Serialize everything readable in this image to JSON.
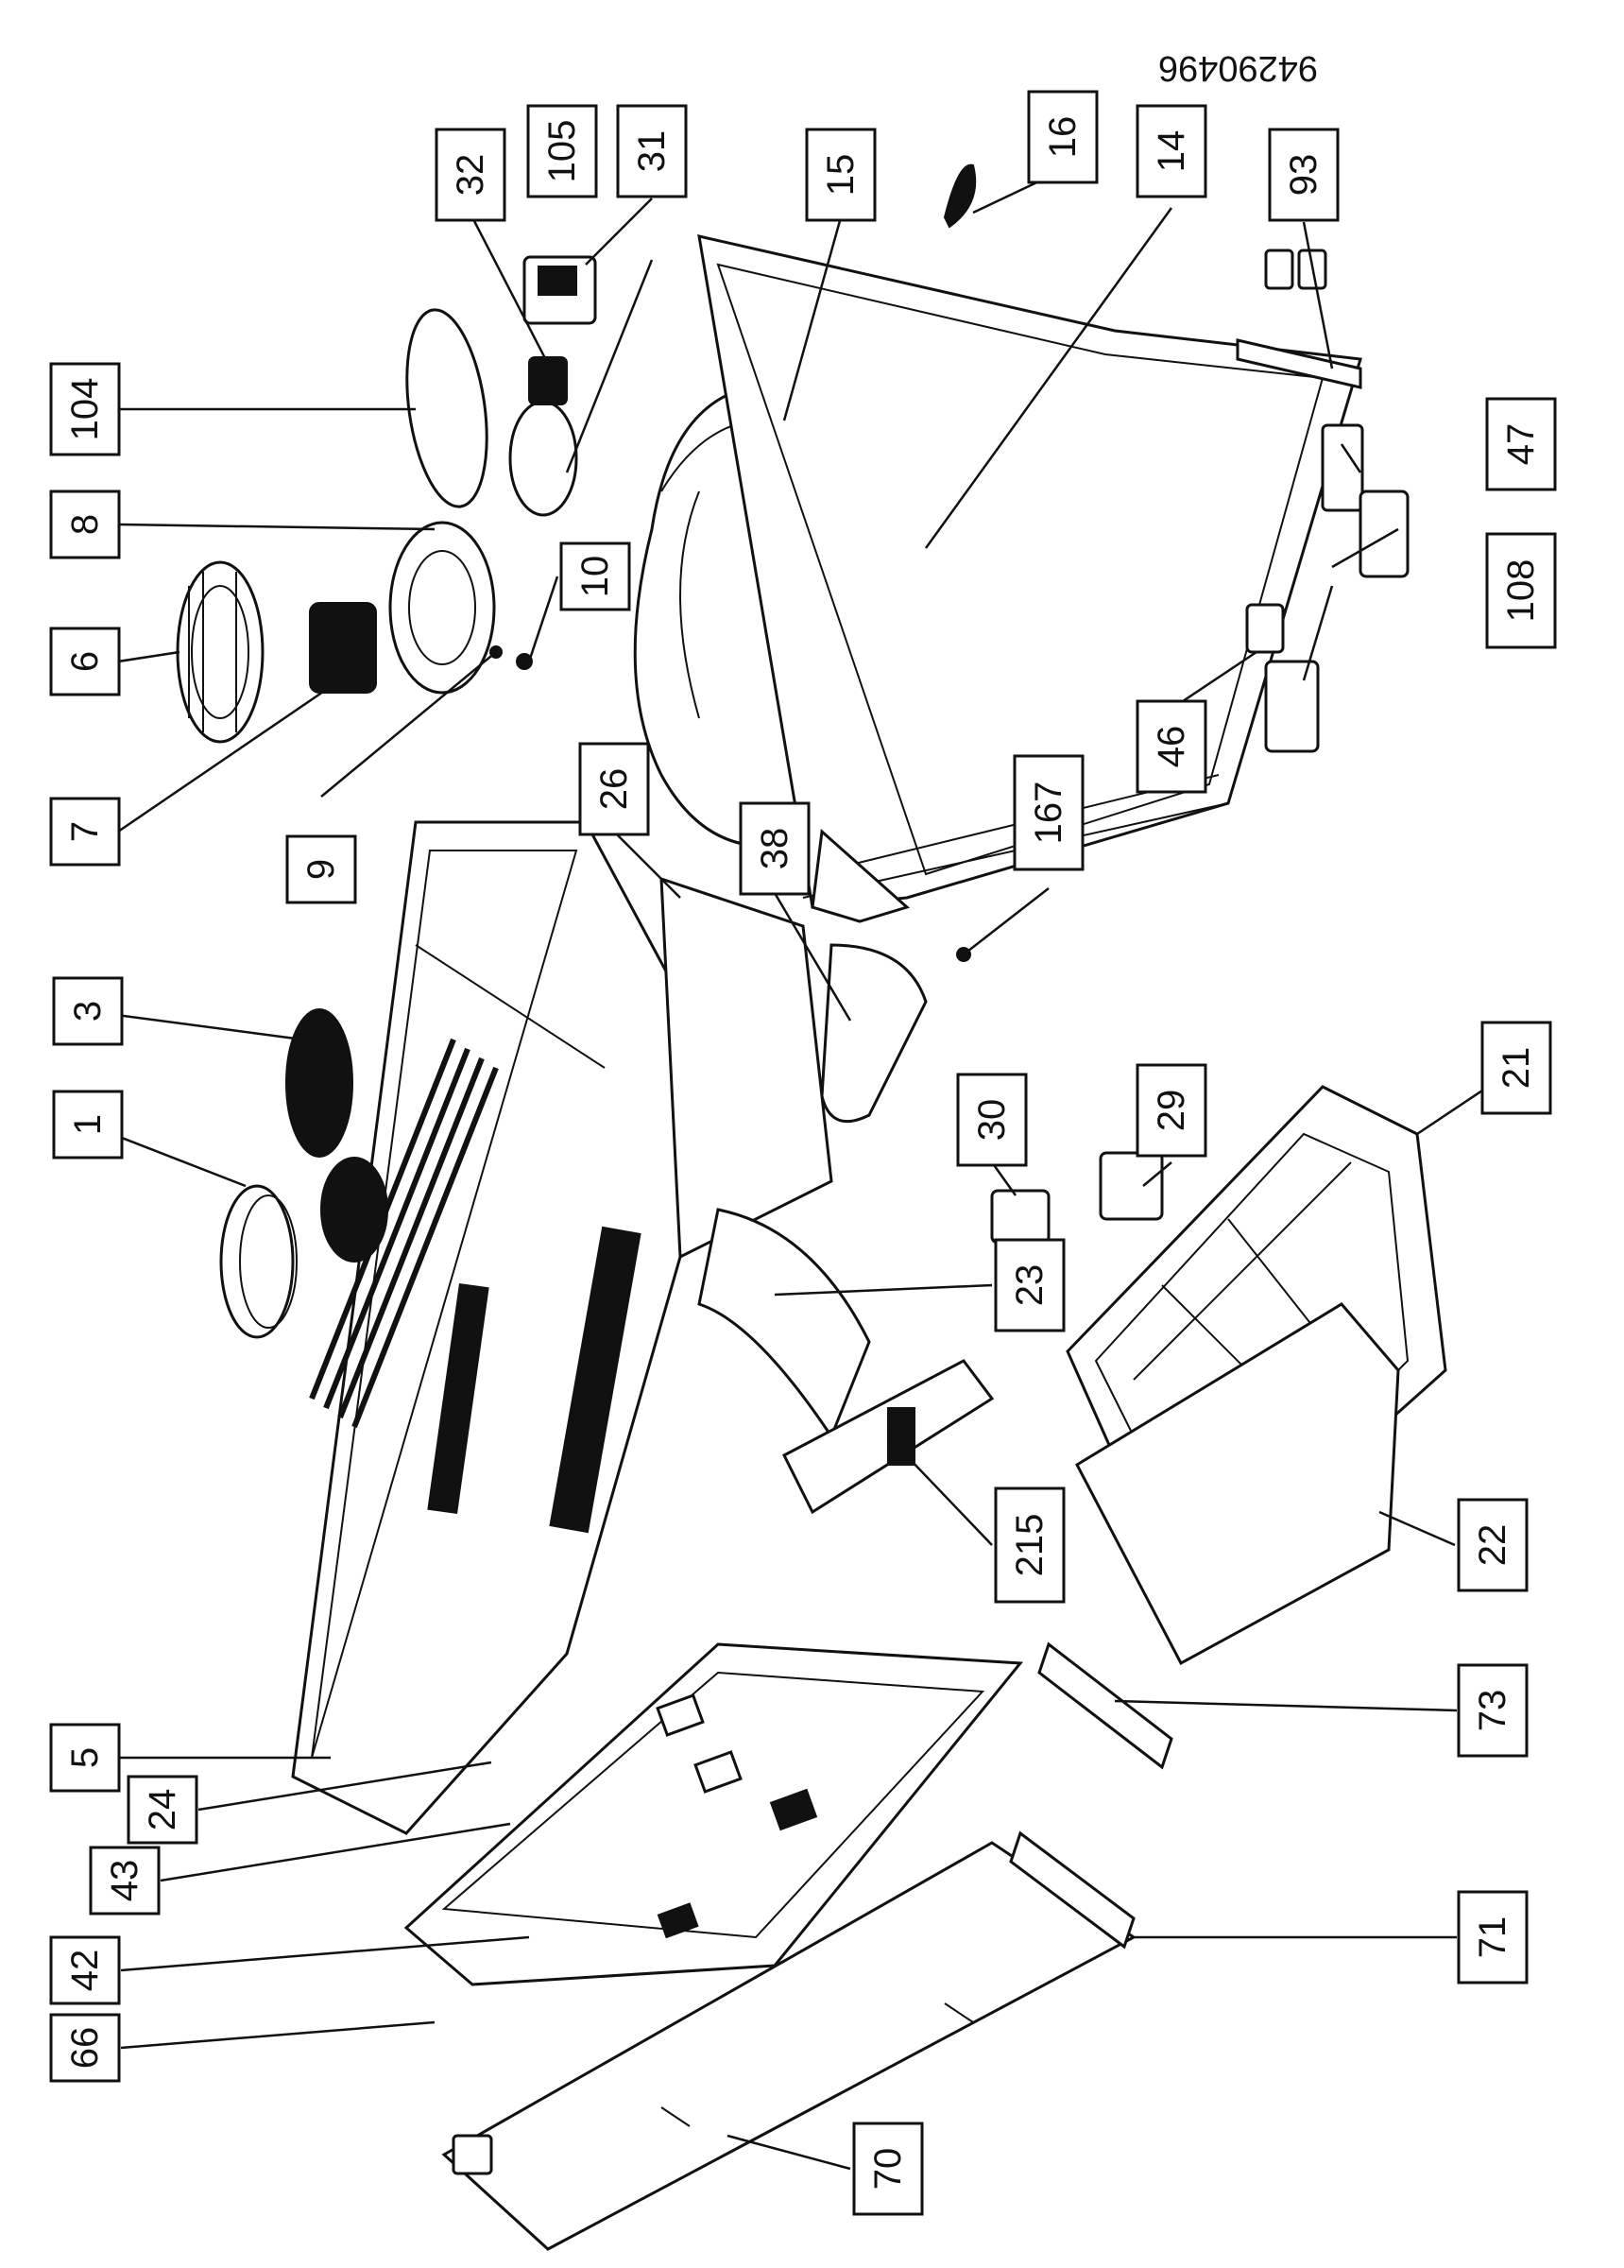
{
  "document_number": "94290496",
  "callouts": [
    {
      "label": "66"
    },
    {
      "label": "42"
    },
    {
      "label": "43"
    },
    {
      "label": "24"
    },
    {
      "label": "5"
    },
    {
      "label": "1"
    },
    {
      "label": "3"
    },
    {
      "label": "9"
    },
    {
      "label": "7"
    },
    {
      "label": "6"
    },
    {
      "label": "8"
    },
    {
      "label": "10"
    },
    {
      "label": "104"
    },
    {
      "label": "32"
    },
    {
      "label": "105"
    },
    {
      "label": "31"
    },
    {
      "label": "15"
    },
    {
      "label": "16"
    },
    {
      "label": "14"
    },
    {
      "label": "93"
    },
    {
      "label": "26"
    },
    {
      "label": "38"
    },
    {
      "label": "167"
    },
    {
      "label": "46"
    },
    {
      "label": "108"
    },
    {
      "label": "47"
    },
    {
      "label": "30"
    },
    {
      "label": "29"
    },
    {
      "label": "21"
    },
    {
      "label": "23"
    },
    {
      "label": "215"
    },
    {
      "label": "22"
    },
    {
      "label": "73"
    },
    {
      "label": "71"
    },
    {
      "label": "70"
    }
  ]
}
